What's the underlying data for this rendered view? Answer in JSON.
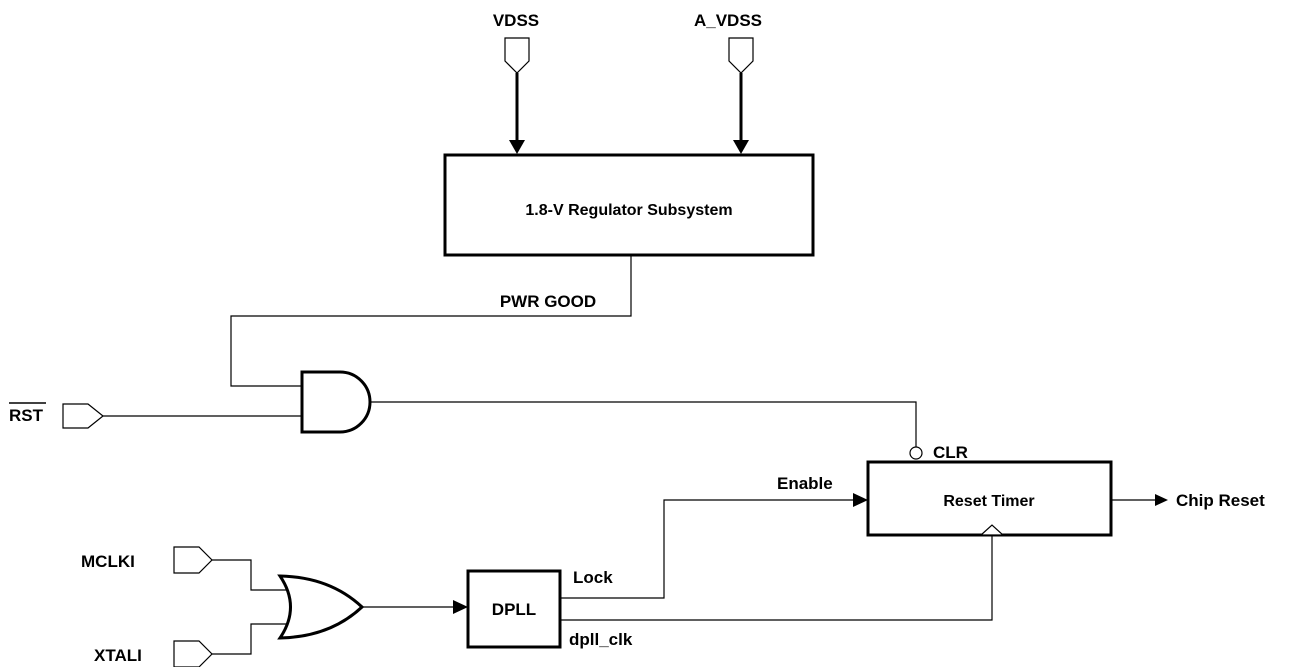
{
  "inputs": {
    "vdss": "VDSS",
    "a_vdss": "A_VDSS",
    "rst": "RST",
    "mclki": "MCLKI",
    "xtali": "XTALI"
  },
  "blocks": {
    "regulator": "1.8-V Regulator Subsystem",
    "reset_timer": "Reset Timer",
    "dpll": "DPLL"
  },
  "signals": {
    "pwr_good": "PWR  GOOD",
    "clr": "CLR",
    "enable": "Enable",
    "lock": "Lock",
    "dpll_clk": "dpll_clk",
    "chip_reset": "Chip  Reset"
  }
}
